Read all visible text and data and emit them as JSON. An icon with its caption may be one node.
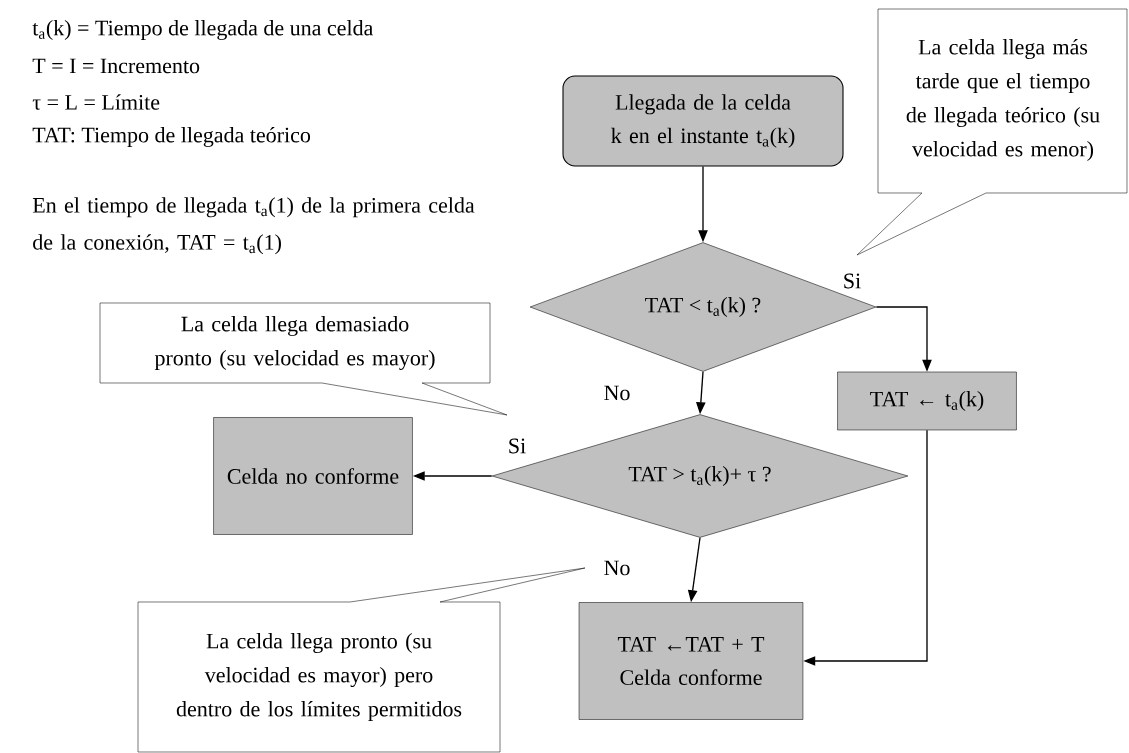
{
  "diagram": {
    "nodes": [
      {
        "text": [
          "Llegada de la celda k en el instante t$_{a}$(k)"
        ]
      },
      {
        "text": [
          "La celda llega más tarde que el tiempo de llegada teórico (su velocidad es menor)"
        ]
      },
      {
        "text": [
          "TAT < t$_{a}$(k) ?"
        ]
      },
      {
        "text": [
          "La celda llega demasiado pronto (su velocidad es mayor)"
        ]
      },
      {
        "text": [
          "TAT ← t$_{a}$(k)"
        ]
      },
      {
        "text": [
          "Celda no conforme"
        ]
      },
      {
        "text": [
          "TAT > t$_{a}$(k)+ τ ?"
        ]
      },
      {
        "text": [
          "La celda llega pronto (su velocidad es mayor) pero dentro de los límites permitidos"
        ]
      },
      {
        "text": [
          "TAT ←TAT + T",
          "Celda conforme"
        ]
      }
    ],
    "edges": [
      {
        "from": 0,
        "to": 2,
        "arrow": "to"
      },
      {
        "from": 2,
        "to": 4,
        "arrow": "to",
        "label": "Si"
      },
      {
        "from": 2,
        "to": 6,
        "arrow": "to",
        "label": "No"
      },
      {
        "from": 6,
        "to": 5,
        "arrow": "to",
        "label": "Si"
      },
      {
        "from": 6,
        "to": 8,
        "arrow": "to",
        "label": "No"
      },
      {
        "from": 4,
        "to": 8,
        "arrow": "to"
      }
    ],
    "labels": [
      "t$_{a}$(k) = Tiempo de llegada de una celda",
      "T = I = Incremento",
      "τ = L = Límite",
      "TAT: Tiempo de llegada teórico",
      "En el tiempo de llegada t$_{a}$(1) de la primera celda de la conexión, TAT = t$_{a}$(1)"
    ]
  }
}
